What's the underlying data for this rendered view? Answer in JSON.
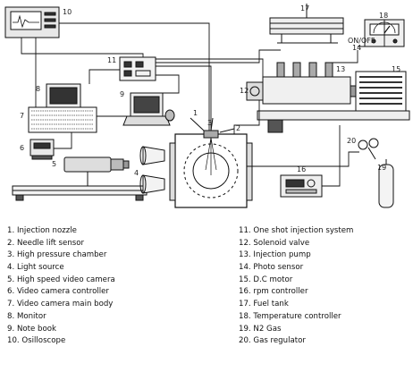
{
  "diagram": {
    "callouts": [
      "1",
      "2",
      "3",
      "4",
      "5",
      "6",
      "7",
      "8",
      "9",
      "10",
      "11",
      "12",
      "13",
      "14",
      "15",
      "16",
      "17",
      "18",
      "19",
      "20"
    ],
    "sensor_text": "ON/OFF"
  },
  "legend_left": [
    {
      "num": "1.",
      "text": "Injection nozzle"
    },
    {
      "num": "2.",
      "text": "Needle lift sensor"
    },
    {
      "num": "3.",
      "text": "High pressure chamber"
    },
    {
      "num": "4.",
      "text": "Light source"
    },
    {
      "num": "5.",
      "text": "High speed video camera"
    },
    {
      "num": "6.",
      "text": "Video camera controller"
    },
    {
      "num": "7.",
      "text": "Video camera main body"
    },
    {
      "num": "8.",
      "text": "Monitor"
    },
    {
      "num": "9.",
      "text": "Note book"
    },
    {
      "num": "10.",
      "text": "Osilloscope"
    }
  ],
  "legend_right": [
    {
      "num": "11.",
      "text": "One shot injection system"
    },
    {
      "num": "12.",
      "text": "Solenoid valve"
    },
    {
      "num": "13.",
      "text": "Injection pump"
    },
    {
      "num": "14.",
      "text": "Photo sensor"
    },
    {
      "num": "15.",
      "text": "D.C motor"
    },
    {
      "num": "16.",
      "text": "rpm controller"
    },
    {
      "num": "17.",
      "text": "Fuel tank"
    },
    {
      "num": "18.",
      "text": "Temperature controller"
    },
    {
      "num": "19.",
      "text": "N2 Gas"
    },
    {
      "num": "20.",
      "text": "Gas regulator"
    }
  ]
}
